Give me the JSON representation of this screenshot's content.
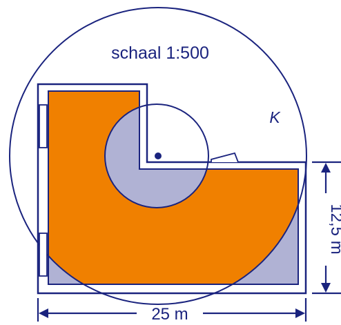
{
  "figure": {
    "scale_label": "schaal 1:500",
    "circle_label": "K",
    "width_label": "25 m",
    "height_label": "12,5 m"
  },
  "colors": {
    "outline": "#1a237e",
    "orange": "#f08000",
    "lavender": "#b0b2d4",
    "background": "#ffffff"
  }
}
